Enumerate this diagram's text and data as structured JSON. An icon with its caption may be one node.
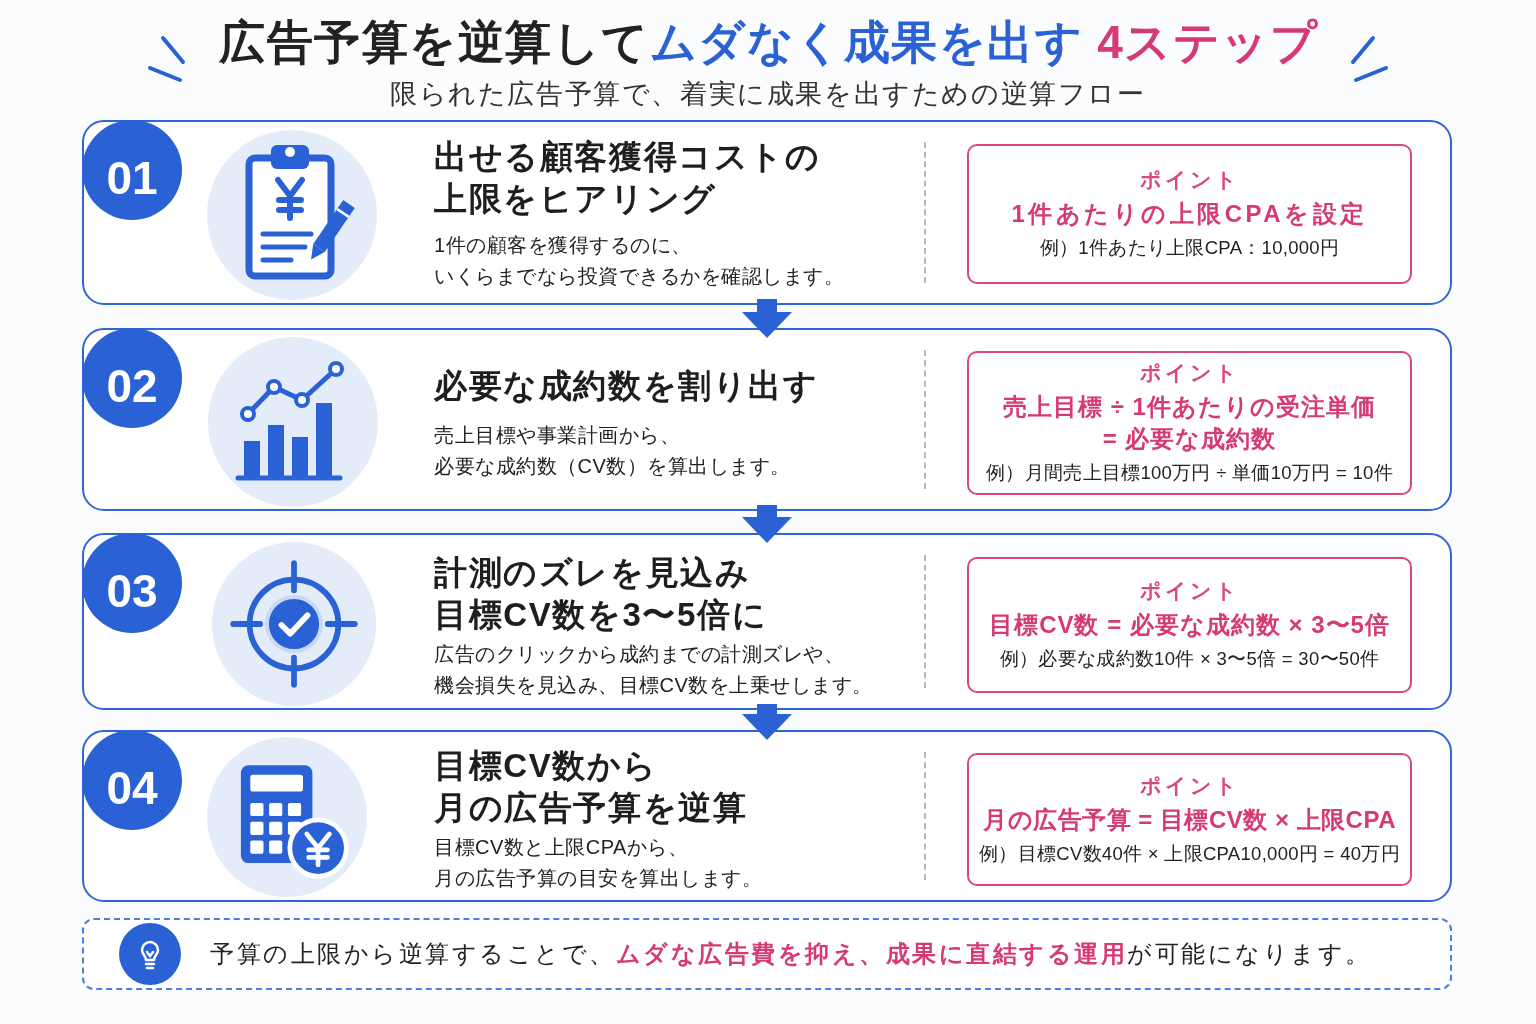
{
  "diagram": {
    "title": "広告予算を逆算して**ムダなく成果を出す** **4ステップ**",
    "nodes": [
      {
        "text": [
          "出せる顧客獲得コストの上限をヒアリング",
          "1件の顧客を獲得するのに、いくらまでなら投資できるかを確認します。"
        ]
      },
      {
        "text": [
          "01"
        ],
        "in": 0
      },
      {
        "text": [
          "ポイント",
          "1件あたりの上限CPAを設定",
          "例）1件あたり上限CPA：10,000円"
        ],
        "in": 0
      },
      {
        "text": [
          "必要な成約数を割り出す",
          "売上目標や事業計画から、必要な成約数（CV数）を算出します。"
        ]
      },
      {
        "text": [
          "02"
        ],
        "in": 3
      },
      {
        "text": [
          "ポイント",
          "売上目標 ÷ 1件あたりの受注単価 = 必要な成約数",
          "例）月間売上目標100万円 ÷ 単価10万円 = 10件"
        ],
        "in": 3
      },
      {
        "text": [
          "計測のズレを見込み目標CV数を3〜5倍に",
          "広告のクリックから成約までの計測ズレや、機会損失を見込み、目標CV数を上乗せします。"
        ]
      },
      {
        "text": [
          "03"
        ],
        "in": 6
      },
      {
        "text": [
          "ポイント",
          "目標CV数 = 必要な成約数 × 3〜5倍",
          "例）必要な成約数10件 × 3〜5倍 = 30〜50件"
        ],
        "in": 6
      },
      {
        "text": [
          "目標CV数から月の広告予算を逆算",
          "目標CV数と上限CPAから、月の広告予算の目安を算出します。"
        ]
      },
      {
        "text": [
          "04"
        ],
        "in": 9
      },
      {
        "text": [
          "ポイント",
          "月の広告予算 = 目標CV数 × 上限CPA",
          "例）目標CV数40件 × 上限CPA10,000円 = 40万円"
        ],
        "in": 9
      },
      {
        "text": [
          "予算の上限から逆算することで、**ムダな広告費を抑え、成果に直結する運用**が可能になります。"
        ]
      }
    ],
    "edges": [
      {
        "from": 0,
        "to": 3,
        "arrow": "to"
      },
      {
        "from": 3,
        "to": 6,
        "arrow": "to"
      },
      {
        "from": 6,
        "to": 9,
        "arrow": "to"
      }
    ],
    "labels": [
      "限られた広告予算で、着実に成果を出すための逆算フロー"
    ]
  }
}
